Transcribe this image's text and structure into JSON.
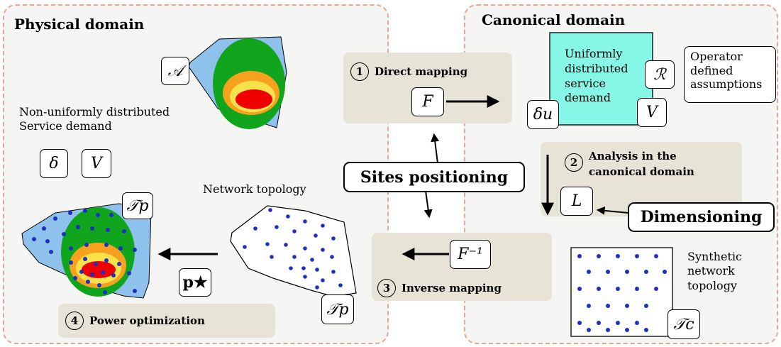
{
  "physical_domain": {
    "title": "Physical domain",
    "demand_label": "Non-uniformly distributed\nService demand",
    "network_label": "Network topology",
    "symbols": {
      "area": "𝒜",
      "delta": "δ",
      "volume": "V",
      "topology_p_top": "𝒯p",
      "topology_p_bottom": "𝒯p",
      "power": "p★"
    }
  },
  "canonical_domain": {
    "title": "Canonical domain",
    "uniform_label": "Uniformly\ndistributed\nservice\ndemand",
    "operator_label": "Operator\ndefined\nassumptions",
    "synthetic_label": "Synthetic\nnetwork\ntopology",
    "symbols": {
      "R": "ℛ",
      "delta_u": "δu",
      "V": "V",
      "L": "L",
      "topology_c": "𝒯c"
    }
  },
  "steps": {
    "step1": {
      "number": "1",
      "label": "Direct mapping",
      "symbol": "F"
    },
    "step2": {
      "number": "2",
      "label": "Analysis in the\ncanonical domain"
    },
    "step3": {
      "number": "3",
      "label": "Inverse mapping",
      "symbol": "F⁻¹"
    },
    "step4": {
      "number": "4",
      "label": "Power optimization"
    }
  },
  "center": {
    "sites_positioning": "Sites positioning",
    "dimensioning": "Dimensioning"
  },
  "colors": {
    "dashed_border": "#e2a98f",
    "panel": "#e8e3d7",
    "area_blue": "#8ec1eb",
    "green": "#11a51d",
    "orange": "#f6a21f",
    "yellow": "#f7e24c",
    "red": "#f00000",
    "cyan": "#86f7e7",
    "dot_blue": "#1f2fc4"
  }
}
